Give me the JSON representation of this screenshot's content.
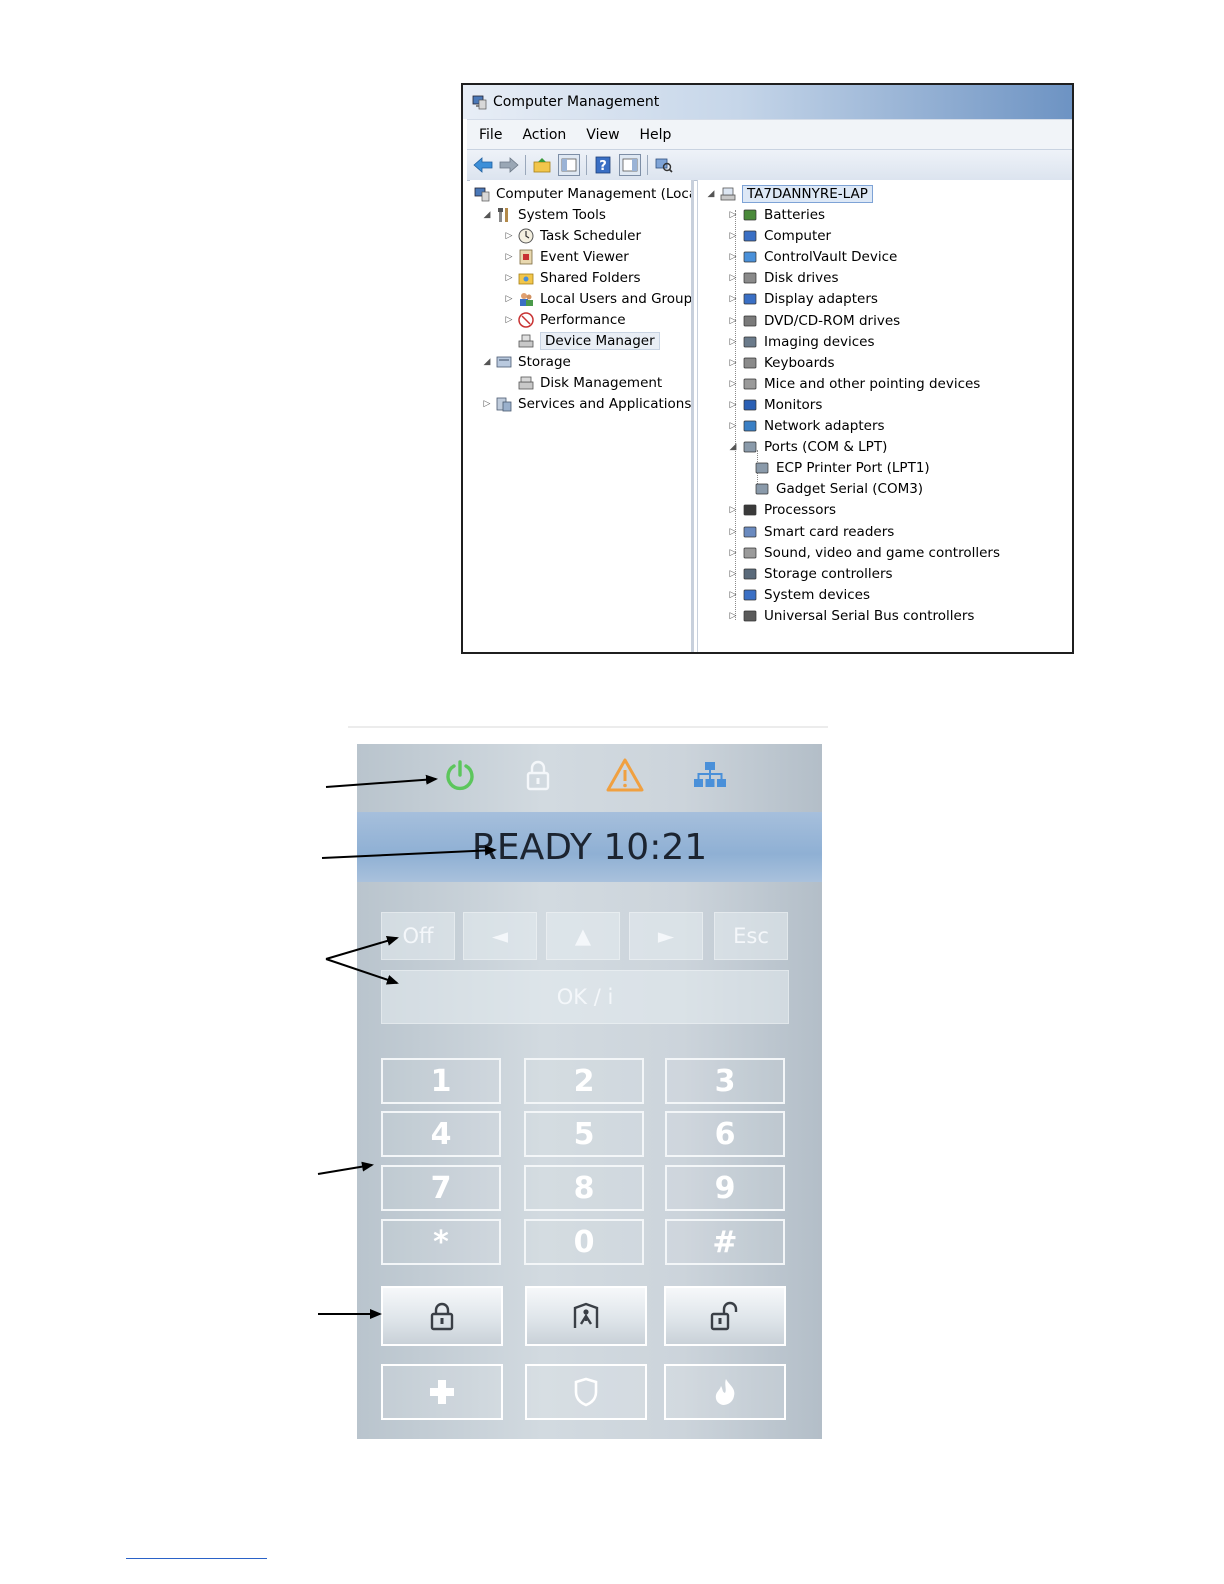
{
  "window": {
    "title": "Computer Management",
    "menu": [
      "File",
      "Action",
      "View",
      "Help"
    ]
  },
  "left_tree": [
    {
      "label": "Computer Management (Local",
      "icon": "computer-management-icon",
      "expander": ""
    },
    {
      "label": "System Tools",
      "icon": "system-tools-icon",
      "expander": "◢"
    },
    {
      "label": "Task Scheduler",
      "icon": "clock-icon",
      "expander": "▷"
    },
    {
      "label": "Event Viewer",
      "icon": "event-viewer-icon",
      "expander": "▷"
    },
    {
      "label": "Shared Folders",
      "icon": "shared-folders-icon",
      "expander": "▷"
    },
    {
      "label": "Local Users and Groups",
      "icon": "users-icon",
      "expander": "▷"
    },
    {
      "label": "Performance",
      "icon": "performance-icon",
      "expander": "▷"
    },
    {
      "label": "Device Manager",
      "icon": "device-manager-icon",
      "expander": ""
    },
    {
      "label": "Storage",
      "icon": "storage-icon",
      "expander": "◢"
    },
    {
      "label": "Disk Management",
      "icon": "disk-management-icon",
      "expander": ""
    },
    {
      "label": "Services and Applications",
      "icon": "services-icon",
      "expander": "▷"
    }
  ],
  "right_tree": {
    "root": "TA7DANNYRE-LAP",
    "items": [
      {
        "label": "Batteries",
        "expander": "▷"
      },
      {
        "label": "Computer",
        "expander": "▷"
      },
      {
        "label": "ControlVault Device",
        "expander": "▷"
      },
      {
        "label": "Disk drives",
        "expander": "▷"
      },
      {
        "label": "Display adapters",
        "expander": "▷"
      },
      {
        "label": "DVD/CD-ROM drives",
        "expander": "▷"
      },
      {
        "label": "Imaging devices",
        "expander": "▷"
      },
      {
        "label": "Keyboards",
        "expander": "▷"
      },
      {
        "label": "Mice and other pointing devices",
        "expander": "▷"
      },
      {
        "label": "Monitors",
        "expander": "▷"
      },
      {
        "label": "Network adapters",
        "expander": "▷"
      },
      {
        "label": "Ports (COM & LPT)",
        "expander": "◢"
      },
      {
        "label": "ECP Printer Port (LPT1)",
        "expander": "",
        "child": true
      },
      {
        "label": "Gadget Serial (COM3)",
        "expander": "",
        "child": true
      },
      {
        "label": "Processors",
        "expander": "▷"
      },
      {
        "label": "Smart card readers",
        "expander": "▷"
      },
      {
        "label": "Sound, video and game controllers",
        "expander": "▷"
      },
      {
        "label": "Storage controllers",
        "expander": "▷"
      },
      {
        "label": "System devices",
        "expander": "▷"
      },
      {
        "label": "Universal Serial Bus controllers",
        "expander": "▷"
      }
    ]
  },
  "keypad": {
    "display": "READY 10:21",
    "nav": {
      "off": "Off",
      "left": "◄",
      "up": "▲",
      "right": "►",
      "esc": "Esc",
      "ok": "OK / i"
    },
    "keys": [
      "1",
      "2",
      "3",
      "4",
      "5",
      "6",
      "7",
      "8",
      "9",
      "*",
      "0",
      "#"
    ],
    "colors": {
      "power": "#5cc65c",
      "warning": "#f0a040",
      "network": "#4a90d9"
    }
  }
}
